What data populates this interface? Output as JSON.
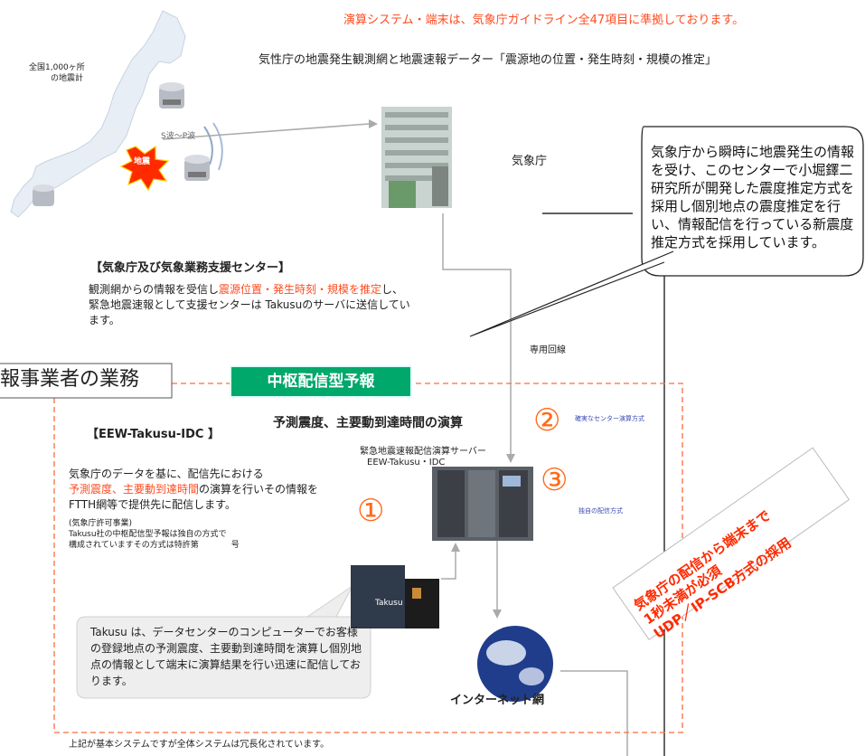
{
  "header": {
    "compliance": "演算システム・端末は、気象庁ガイドライン全47項目に準拠しております。",
    "network_title": "気性庁の地震発生観測網と地震速報データー「震源地の位置・発生時刻・規模の推定」"
  },
  "map": {
    "seismometer_label_line1": "全国1,000ヶ所",
    "seismometer_label_line2": "の地震計",
    "wave_label": "S波〜P波",
    "quake_label": "地震"
  },
  "jma": {
    "label": "気象庁"
  },
  "callout_top": {
    "text": "気象庁から瞬時に地震発生の情報を受け、このセンターで小堀鐸二研究所が開発した震度推定方式を採用し個別地点の震度推定を行い、情報配信を行っている新震度推定方式を採用しています。"
  },
  "support_center": {
    "heading": "【気象庁及び気象業務支援センター】",
    "body_pre": "観測網からの情報を受信し",
    "body_highlight": "震源位置・発生時刻・規模を推定",
    "body_post": "し、緊急地震速報として支援センターは Takusuのサーバに送信しています。"
  },
  "dedicated_line": "専用回線",
  "side_tab": "報事業者の業務",
  "badge": "中枢配信型予報",
  "calc_heading": "予測震度、主要動到達時間の演算",
  "eew": {
    "heading": "【EEW-Takusu-IDC 】",
    "line1": "気象庁のデータを基に、配信先における",
    "highlight": "予測震度、主要動到達時間",
    "line2": "の演算を行いその情報をFTTH網等で提供先に配信します。",
    "note1": "(気象庁許可事業)",
    "note2": "Takusu社の中枢配信型予報は独自の方式で",
    "note3": "構成されていますその方式は特許第　　　　号"
  },
  "server": {
    "label_line1": "緊急地震速報配信演算サーバー",
    "label_line2": "EEW-Takusu・IDC"
  },
  "markers": {
    "one": "①",
    "two": "②",
    "three": "③",
    "two_note": "確実なセンター演算方式",
    "three_note": "独自の配信方式"
  },
  "diagonal": {
    "line1": "気象庁の配信から端末まで",
    "line2": "1秒未満が必須",
    "line3": "UDP／IP-SCB方式の採用"
  },
  "callout_bottom": {
    "text": "Takusu は、データセンターのコンピューターでお客様の登録地点の予測震度、主要動到達時間を演算し個別地点の情報として端末に演算結果を行い迅速に配信しております。"
  },
  "rack_label": "Takusu",
  "internet": "インターネット網",
  "footer": "上記が基本システムですが全体システムは冗長化されています。",
  "colors": {
    "accent": "#ff4b1f",
    "badge": "#00a86b",
    "dashed": "#ff6a3d"
  }
}
